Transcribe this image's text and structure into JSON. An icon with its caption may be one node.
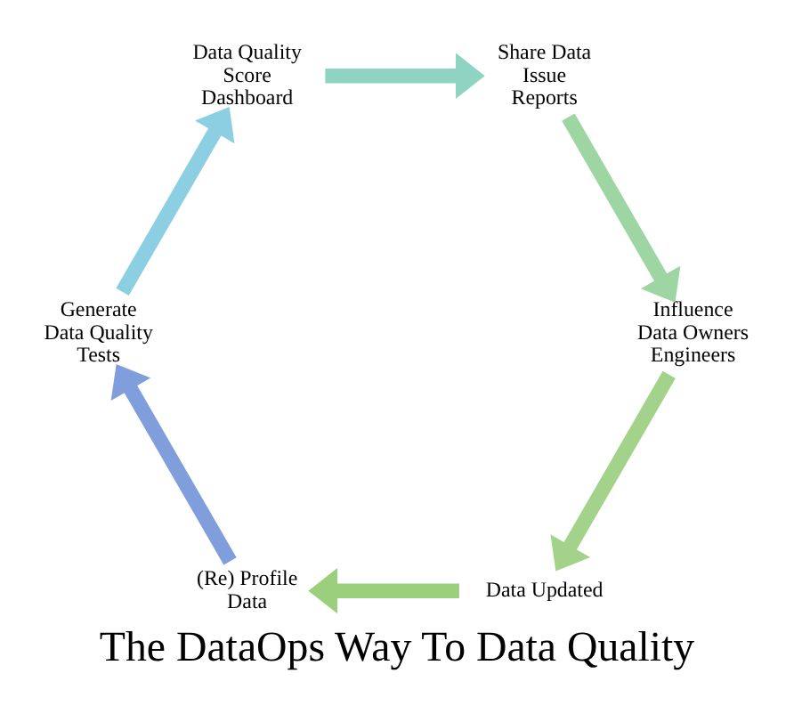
{
  "diagram": {
    "title": "The DataOps Way To Data Quality",
    "nodes": [
      {
        "text": [
          "Data Updated"
        ]
      },
      {
        "text": [
          "(Re) Profile Data"
        ]
      },
      {
        "text": [
          "Generate Data Quality Tests"
        ]
      },
      {
        "text": [
          "Data Quality Score Dashboard"
        ]
      },
      {
        "text": [
          "Share Data Issue Reports"
        ]
      },
      {
        "text": [
          "Influence Data Owners Engineers"
        ]
      }
    ],
    "edges": [
      {
        "from": 0,
        "to": 1,
        "arrow": "to",
        "color": "#9ccf7c"
      },
      {
        "from": 1,
        "to": 2,
        "arrow": "to",
        "color": "#7f9edb"
      },
      {
        "from": 2,
        "to": 3,
        "arrow": "to",
        "color": "#8ccfe3"
      },
      {
        "from": 3,
        "to": 4,
        "arrow": "to",
        "color": "#8fd3c3"
      },
      {
        "from": 4,
        "to": 5,
        "arrow": "to",
        "color": "#9dd6a2"
      },
      {
        "from": 5,
        "to": 0,
        "arrow": "to",
        "color": "#a3d38a"
      }
    ]
  }
}
